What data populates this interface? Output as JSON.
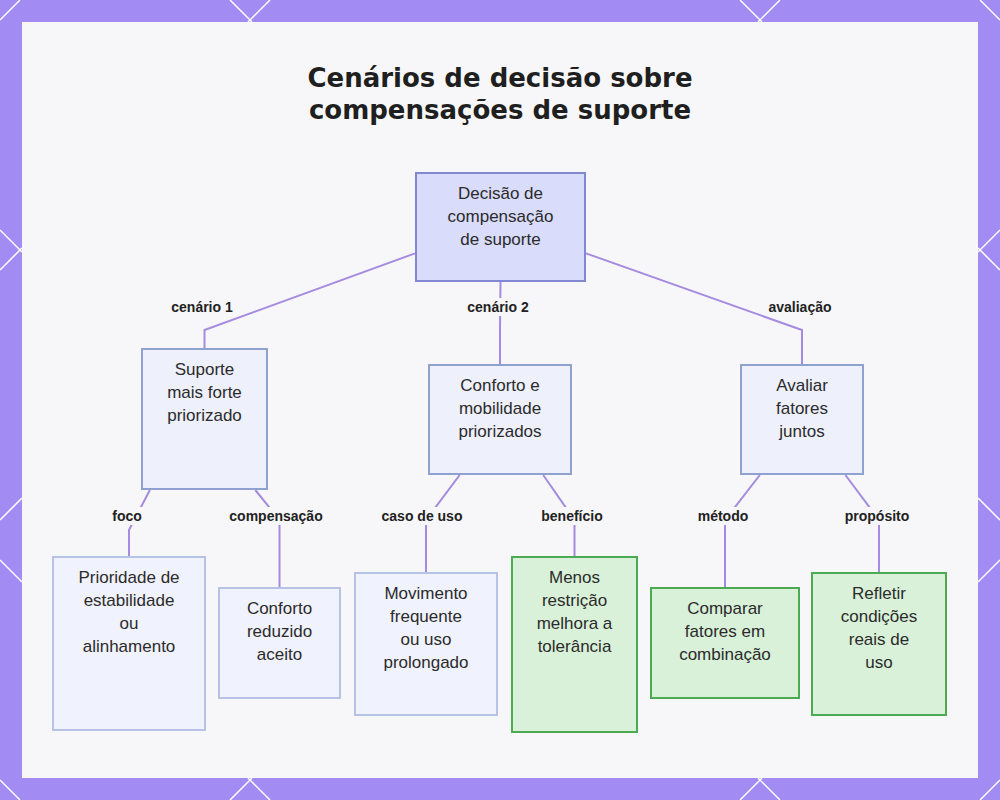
{
  "diagram": {
    "title": "Cenários de decisão sobre compensações de suporte",
    "nodes": [
      {
        "text": [
          "Decisão de compensação de suporte"
        ]
      },
      {
        "text": [
          "Suporte mais forte priorizado"
        ]
      },
      {
        "text": [
          "Conforto e mobilidade priorizados"
        ]
      },
      {
        "text": [
          "Avaliar fatores juntos"
        ]
      },
      {
        "text": [
          "Prioridade de estabilidade ou alinhamento"
        ]
      },
      {
        "text": [
          "Conforto reduzido aceito"
        ]
      },
      {
        "text": [
          "Movimento frequente ou uso prolongado"
        ]
      },
      {
        "text": [
          "Menos restrição melhora a tolerância"
        ]
      },
      {
        "text": [
          "Comparar fatores em combinação"
        ]
      },
      {
        "text": [
          "Refletir condições reais de uso"
        ]
      }
    ],
    "edges": [
      {
        "from": 0,
        "to": 1,
        "label": "cenário 1",
        "arrow": "none"
      },
      {
        "from": 0,
        "to": 2,
        "label": "cenário 2",
        "arrow": "none"
      },
      {
        "from": 0,
        "to": 3,
        "label": "avaliação",
        "arrow": "none"
      },
      {
        "from": 1,
        "to": 4,
        "label": "foco",
        "arrow": "none"
      },
      {
        "from": 1,
        "to": 5,
        "label": "compensação",
        "arrow": "none"
      },
      {
        "from": 2,
        "to": 6,
        "label": "caso de uso",
        "arrow": "none"
      },
      {
        "from": 2,
        "to": 7,
        "label": "benefício",
        "arrow": "none"
      },
      {
        "from": 3,
        "to": 8,
        "label": "método",
        "arrow": "none"
      },
      {
        "from": 3,
        "to": 9,
        "label": "propósito",
        "arrow": "none"
      }
    ]
  }
}
